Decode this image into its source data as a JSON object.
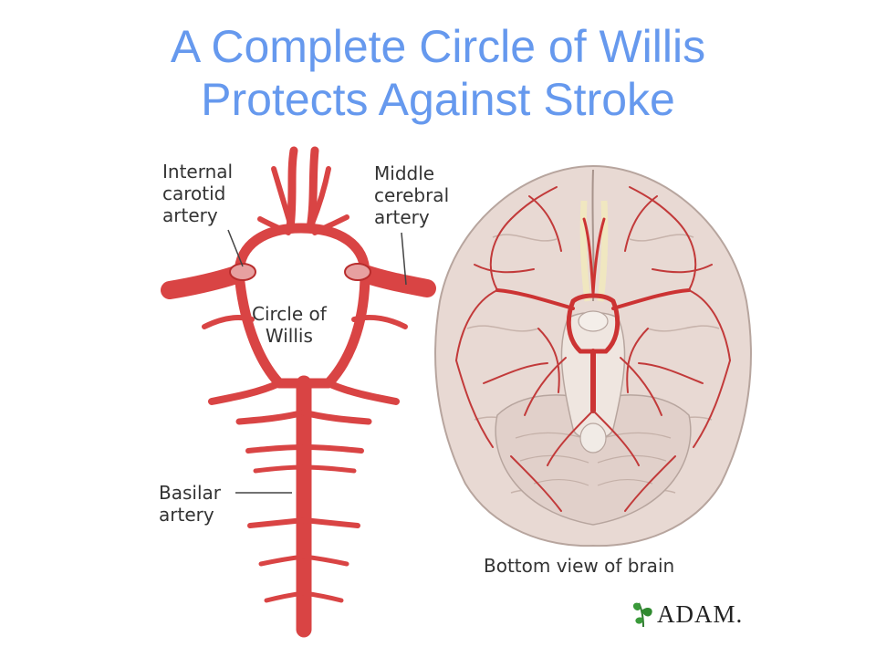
{
  "slide": {
    "title_line1": "A Complete Circle of Willis",
    "title_line2": "Protects Against Stroke"
  },
  "labels": {
    "internal_carotid": [
      "Internal",
      "carotid",
      "artery"
    ],
    "middle_cerebral": [
      "Middle",
      "cerebral",
      "artery"
    ],
    "circle_of_willis": [
      "Circle of",
      "Willis"
    ],
    "basilar": [
      "Basilar",
      "artery"
    ],
    "brain_caption": "Bottom view of brain"
  },
  "logo": {
    "text": "ADAM."
  },
  "colors": {
    "title": "#6699ee",
    "artery": "#d94444",
    "artery_dark": "#b82c2c",
    "brain": "#e8d9d3",
    "label_text": "#333333"
  }
}
